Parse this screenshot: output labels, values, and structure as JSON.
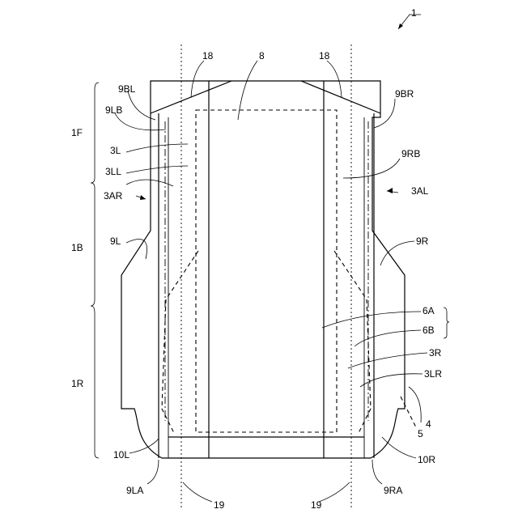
{
  "labels": {
    "fig_number": "1",
    "top_sheet": "8",
    "guide_left_top": "18",
    "guide_right_top": "18",
    "guide_left_bottom": "19",
    "guide_right_bottom": "19",
    "region_front": "1F",
    "region_back": "1B",
    "region_rear": "1R",
    "l_9BL": "9BL",
    "l_9LB": "9LB",
    "l_3L": "3L",
    "l_3LL": "3LL",
    "l_3AR": "3AR",
    "l_9L": "9L",
    "l_10L": "10L",
    "l_9LA": "9LA",
    "l_9BR": "9BR",
    "l_9RB": "9RB",
    "l_3AL": "3AL",
    "l_9R": "9R",
    "l_6A": "6A",
    "l_6B": "6B",
    "l_3R": "3R",
    "l_3LR": "3LR",
    "l_4": "4",
    "l_5": "5",
    "l_10R": "10R",
    "l_9RA": "9RA"
  }
}
